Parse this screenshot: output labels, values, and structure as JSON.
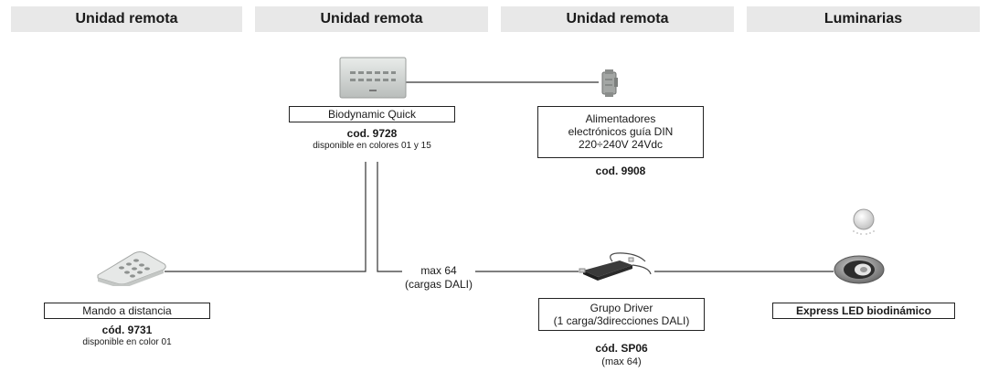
{
  "headers": [
    "Unidad remota",
    "Unidad remota",
    "Unidad remota",
    "Luminarias"
  ],
  "quick": {
    "name": "Biodynamic Quick",
    "code": "cod. 9728",
    "note": "disponible en colores 01 y 15"
  },
  "power": {
    "name_lines": [
      "Alimentadores",
      "electrónicos guía DIN",
      "220÷240V 24Vdc"
    ],
    "code": "cod. 9908"
  },
  "remote": {
    "name": "Mando a distancia",
    "code": "cód. 9731",
    "note": "disponible en color 01"
  },
  "bus": {
    "label_line1": "max 64",
    "label_line2": "(cargas DALI)"
  },
  "driver": {
    "name_line1": "Grupo Driver",
    "name_line2": "(1 carga/3direcciones DALI)",
    "code": "cód. SP06",
    "note": "(max 64)"
  },
  "luminaire": {
    "name": "Express LED biodinámico"
  },
  "colors": {
    "header_bg": "#e8e8e8",
    "line": "#333333"
  }
}
